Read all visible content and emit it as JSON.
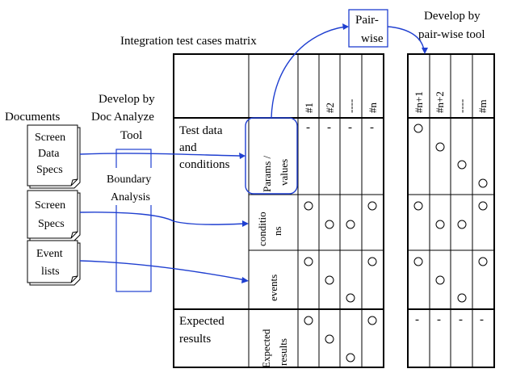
{
  "header": {
    "matrix_title": "Integration test cases matrix",
    "pairwise_box": [
      "Pair-",
      "wise"
    ],
    "pairwise_tool": [
      "Develop by",
      "pair-wise tool"
    ]
  },
  "left": {
    "documents_label": "Documents",
    "docs": [
      [
        "Screen",
        "Data",
        "Specs"
      ],
      [
        "Screen",
        "Specs"
      ],
      [
        "Event",
        "lists"
      ]
    ],
    "analyze_tool": [
      "Develop by",
      "Doc Analyze",
      "Tool"
    ],
    "boundary": [
      "Boundary",
      "Analysis"
    ]
  },
  "matrix": {
    "row_labels": {
      "test_data": [
        "Test data",
        "and",
        "conditions"
      ],
      "expected": [
        "Expected",
        "results"
      ]
    },
    "sub_labels": {
      "params": [
        "Params /",
        "values"
      ],
      "conditions": [
        "conditio",
        "ns"
      ],
      "events": [
        "events"
      ],
      "expected": [
        "Expected",
        "results"
      ]
    },
    "columns_left": [
      "#1",
      "#2",
      "----",
      "#n"
    ],
    "columns_right": [
      "#n+1",
      "#n+2",
      "----",
      "#m"
    ],
    "dash": "-",
    "circle": "○"
  }
}
